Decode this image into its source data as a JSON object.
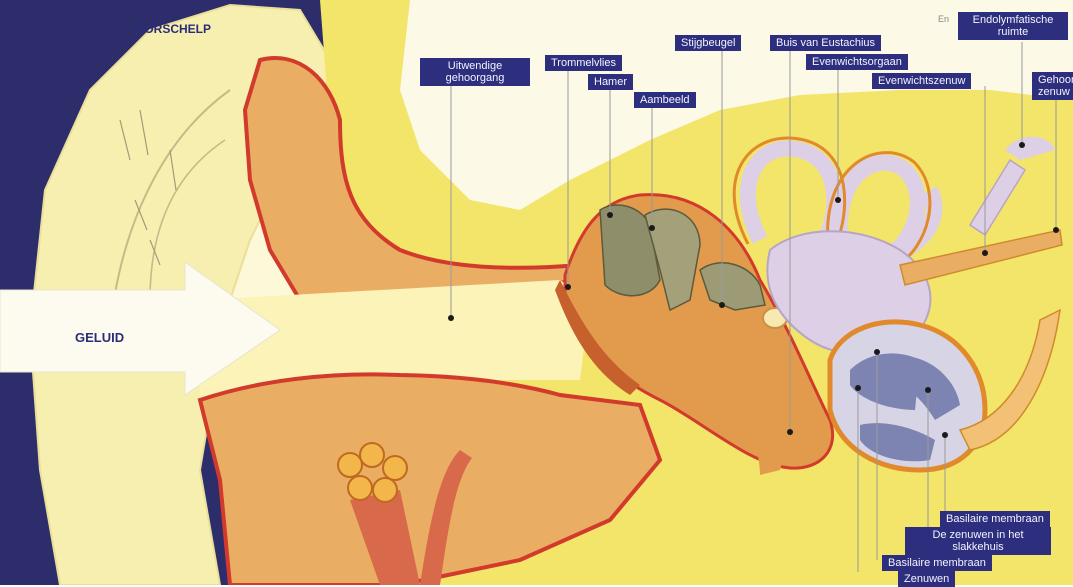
{
  "title_outer_ear": "OORSCHELP",
  "arrow_label": "GELUID",
  "labels": {
    "uitwendige_gehoorgang": "Uitwendige gehoorgang",
    "trommelvlies": "Trommelvlies",
    "hamer": "Hamer",
    "aambeeld": "Aambeeld",
    "stijgbeugel": "Stijgbeugel",
    "buis_van_eustachius": "Buis van Eustachius",
    "evenwichtsorgaan": "Evenwichtsorgaan",
    "evenwichtszenuw": "Evenwichtszenuw",
    "endolymfatische_ruimte": "Endolymfatische ruimte",
    "gehoorzenuw_partial": "Gehoor zenuw",
    "corner_partial": "En",
    "basilaire_membraan_1": "Basilaire membraan",
    "zenuwen_slakkehuis": "De zenuwen in het slakkehuis",
    "basilaire_membraan_2": "Basilaire membraan",
    "zenuwen": "Zenuwen"
  },
  "colors": {
    "dark_background": "#2e2d6b",
    "skin": "#f7efb0",
    "canal": "#fbf3b8",
    "tissue_orange": "#e9ae64",
    "bone_yellow": "#f3e46a",
    "red_outline": "#d23a2c",
    "label_bg": "#2d2f7e",
    "vestibular": "#ddd0e6",
    "cochlea_blue": "#7d84b2"
  }
}
